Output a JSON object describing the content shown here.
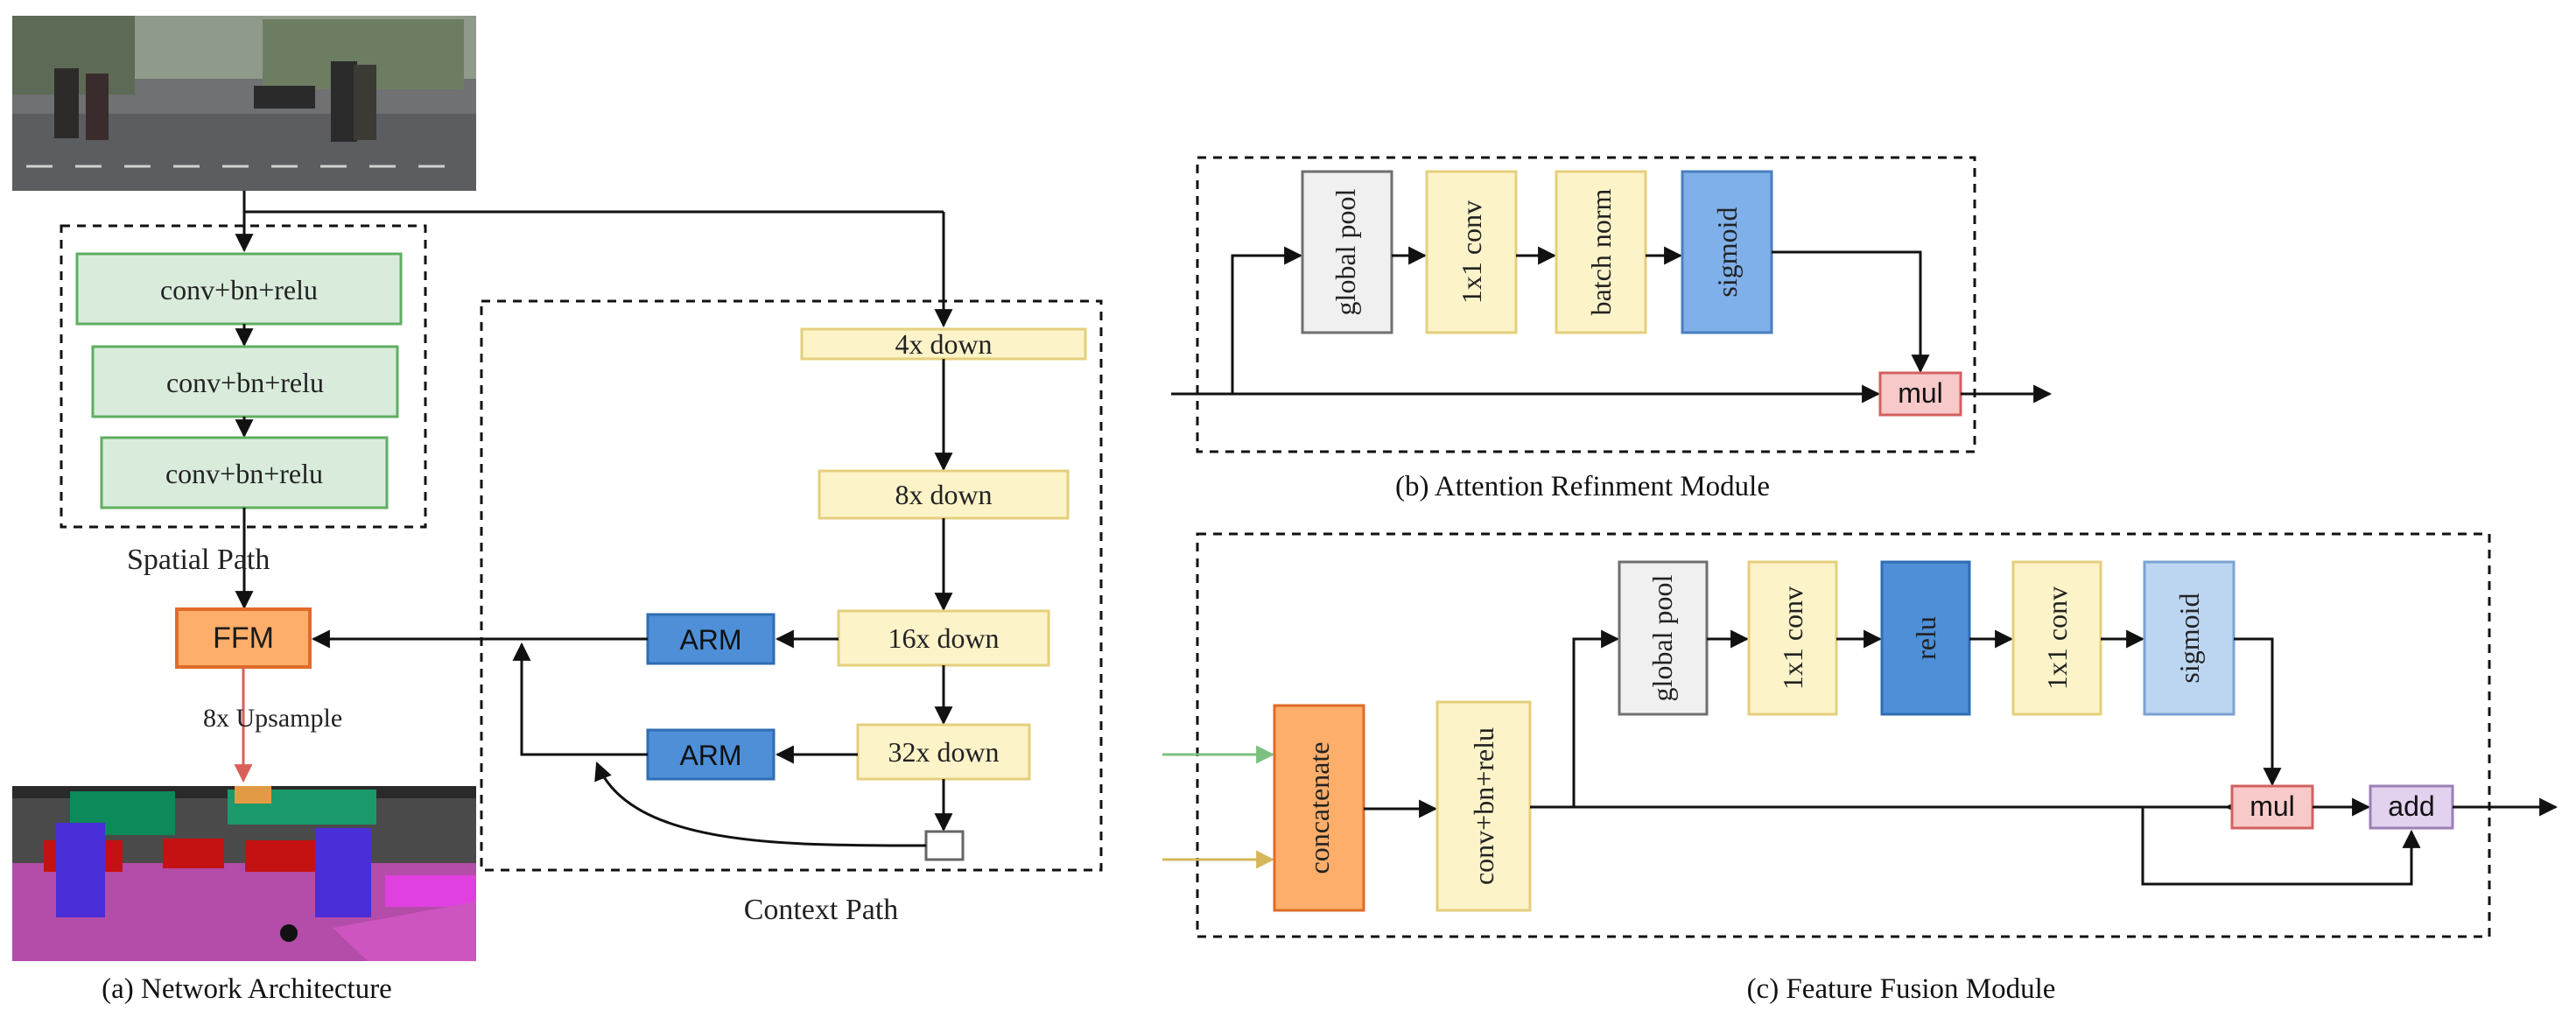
{
  "panel_a": {
    "caption": "(a) Network Architecture",
    "spatial_path": {
      "label": "Spatial  Path",
      "blocks": [
        "conv+bn+relu",
        "conv+bn+relu",
        "conv+bn+relu"
      ]
    },
    "context_path": {
      "label": "Context Path",
      "stages": [
        "4x down",
        "8x down",
        "16x down",
        "32x down"
      ],
      "arm_labels": [
        "ARM",
        "ARM"
      ]
    },
    "ffm_label": "FFM",
    "upsample_label": "8x Upsample"
  },
  "panel_b": {
    "caption": "(b) Attention Refinment Module",
    "blocks": [
      "global pool",
      "1x1 conv",
      "batch norm",
      "sigmoid"
    ],
    "mul_label": "mul"
  },
  "panel_c": {
    "caption": "(c) Feature Fusion Module",
    "concatenate_label": "concatenate",
    "conv_label": "conv+bn+relu",
    "blocks": [
      "global pool",
      "1x1 conv",
      "relu",
      "1x1 conv",
      "sigmoid"
    ],
    "mul_label": "mul",
    "add_label": "add"
  },
  "colors": {
    "green_fill": "#d9ecdc",
    "green_stroke": "#5fae62",
    "yellow_fill": "#fdf3c9",
    "yellow_stroke": "#e4cf7c",
    "blue_fill": "#4e8fd8",
    "blue_stroke": "#2f6db4",
    "light_blue_fill": "#bcd6f2",
    "orange_fill": "#fcae6a",
    "orange_stroke": "#e06b2a",
    "pink_fill": "#f8c9c9",
    "pink_stroke": "#d36060",
    "lavender_fill": "#e2d2ef",
    "lavender_stroke": "#9b7fb6",
    "gray_fill": "#f0f0f0",
    "gray_stroke": "#6f6f6f"
  }
}
